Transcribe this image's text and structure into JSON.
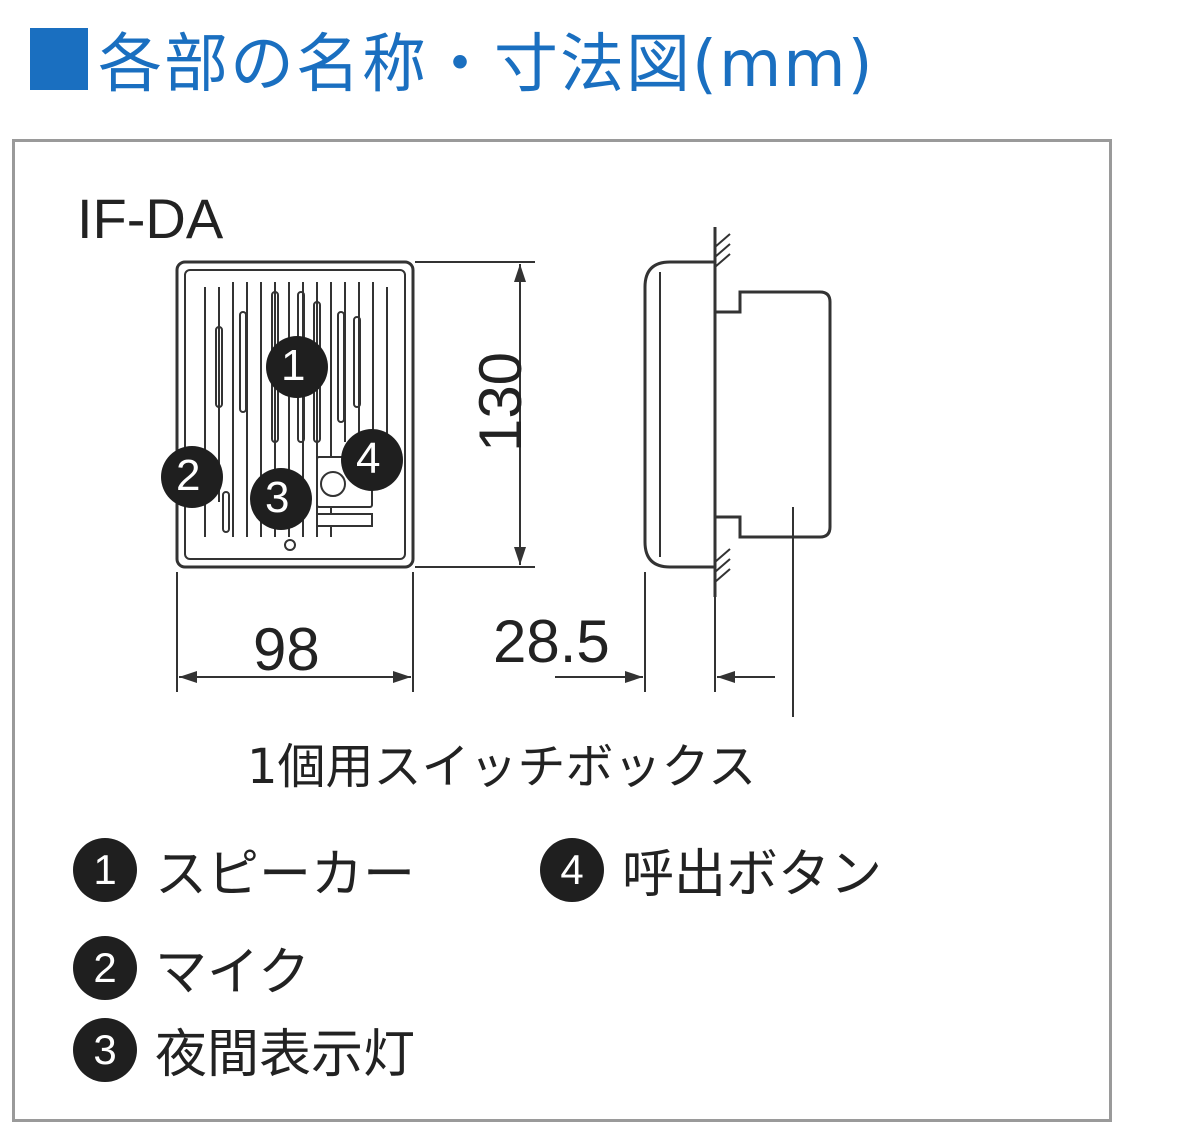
{
  "header": {
    "title": "各部の名称・寸法図(mm)"
  },
  "model": "IF-DA",
  "dimensions": {
    "width": "98",
    "height": "130",
    "depth": "28.5"
  },
  "box_label": "1個用スイッチボックス",
  "callouts": [
    "1",
    "2",
    "3",
    "4"
  ],
  "legend": [
    {
      "num": "1",
      "label": "スピーカー"
    },
    {
      "num": "4",
      "label": "呼出ボタン"
    },
    {
      "num": "2",
      "label": "マイク"
    },
    {
      "num": "3",
      "label": "夜間表示灯"
    }
  ],
  "colors": {
    "accent": "#1a6fc0",
    "badge": "#1f1f1f",
    "frame": "#9a9a9a"
  }
}
